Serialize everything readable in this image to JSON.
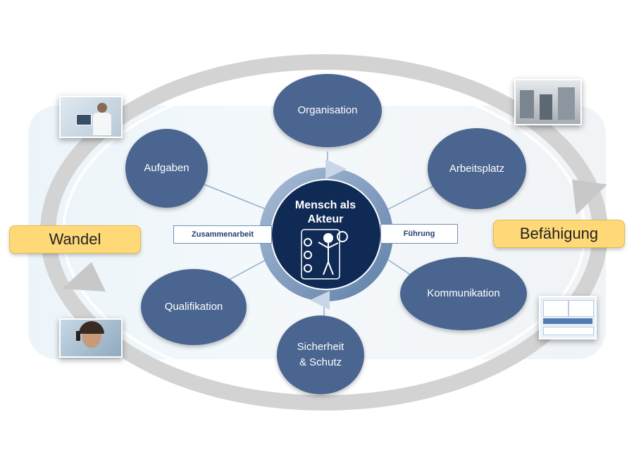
{
  "center": {
    "title": "Mensch als Akteur",
    "left_tag": "Zusammenarbeit",
    "right_tag": "Führung"
  },
  "outer_labels": {
    "left": "Wandel",
    "right": "Befähigung"
  },
  "nodes": [
    {
      "id": "organisation",
      "label": "Organisation"
    },
    {
      "id": "arbeitsplatz",
      "label": "Arbeitsplatz"
    },
    {
      "id": "kommunikation",
      "label": "Kommunikation"
    },
    {
      "id": "sicherheit",
      "label": "Sicherheit\n& Schutz"
    },
    {
      "id": "qualifikation",
      "label": "Qualifikation"
    },
    {
      "id": "aufgaben",
      "label": "Aufgaben"
    }
  ],
  "colors": {
    "node": "#4a6590",
    "center_dark": "#0f2a55",
    "ring": "#6f8fb5",
    "outer_arrow": "#cfcfcf",
    "label_fill": "#ffd978"
  },
  "thumbnails": [
    {
      "id": "lab-tablet",
      "icon": "photo-lab-worker-tablet"
    },
    {
      "id": "factory",
      "icon": "photo-factory-floor"
    },
    {
      "id": "headset",
      "icon": "photo-person-headset"
    },
    {
      "id": "dashboard",
      "icon": "photo-software-dashboard"
    }
  ]
}
